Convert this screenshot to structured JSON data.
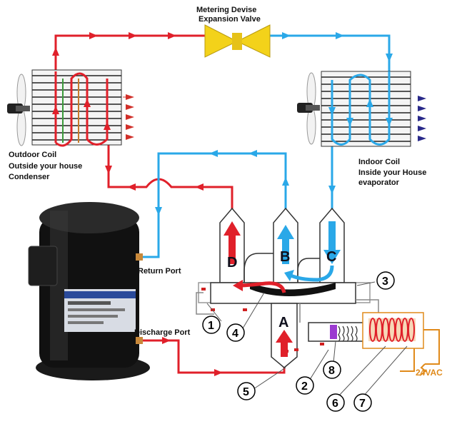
{
  "valve": {
    "line1": "Metering Devise",
    "line2": "Expansion Valve"
  },
  "outdoor": {
    "line1": "Outdoor Coil",
    "line2": "Outside your house",
    "line3": "Condenser"
  },
  "indoor": {
    "line1": "Indoor Coil",
    "line2": "Inside your House",
    "line3": "evaporator"
  },
  "ports": {
    "return": "Return Port",
    "discharge": "Discharge Port"
  },
  "chambers": {
    "a": "A",
    "b": "B",
    "c": "C",
    "d": "D"
  },
  "callouts": [
    "1",
    "2",
    "3",
    "4",
    "5",
    "6",
    "7",
    "8"
  ],
  "power": "24VAC",
  "colors": {
    "hot": "#e0202a",
    "cold": "#2aa8e8",
    "valve": "#f3d21a",
    "coil": "#e8702a"
  }
}
